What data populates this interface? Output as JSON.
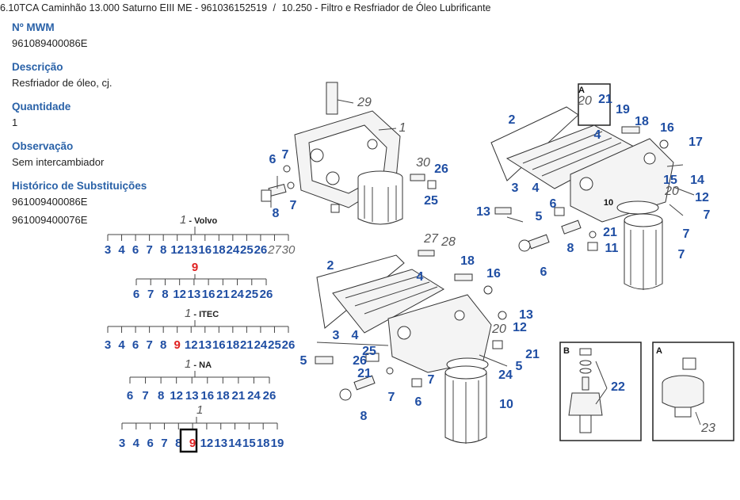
{
  "breadcrumb": {
    "product": "6.10TCA Caminhão 13.000 Saturno EIII ME - 961036152519",
    "separator": "/",
    "section": "10.250 - Filtro e Resfriador de Óleo Lubrificante"
  },
  "fields": [
    {
      "label": "Nº MWM",
      "value": "961089400086E"
    },
    {
      "label": "Descrição",
      "value": "Resfriador de óleo, cj."
    },
    {
      "label": "Quantidade",
      "value": "1"
    },
    {
      "label": "Observação",
      "value": "Sem intercambiador"
    }
  ],
  "history": {
    "label": "Histórico de Substituições",
    "items": [
      "961009400086E",
      "961009400076E"
    ]
  },
  "colors": {
    "label_blue": "#2a62a8",
    "callout_blue": "#1f4ea3",
    "highlight_red": "#e02020"
  },
  "trees": [
    {
      "root": "1",
      "name": "Volvo",
      "items": [
        "3",
        "4",
        "6",
        "7",
        "8",
        "12",
        "13",
        "16",
        "18",
        "24",
        "25",
        "26",
        "27",
        "30"
      ],
      "sub": {
        "root": "9",
        "items": [
          "6",
          "7",
          "8",
          "12",
          "13",
          "16",
          "21",
          "24",
          "25",
          "26"
        ]
      }
    },
    {
      "root": "1",
      "name": "ITEC",
      "items": [
        "3",
        "4",
        "6",
        "7",
        "8",
        "9",
        "12",
        "13",
        "16",
        "18",
        "21",
        "24",
        "25",
        "26"
      ]
    },
    {
      "root": "1",
      "name": "NA",
      "items": [
        "6",
        "7",
        "8",
        "12",
        "13",
        "16",
        "18",
        "21",
        "24",
        "26"
      ]
    },
    {
      "root": "1",
      "name": "",
      "items": [
        "3",
        "4",
        "6",
        "7",
        "8",
        "9",
        "12",
        "13",
        "14",
        "15",
        "18",
        "19"
      ],
      "selected": "9"
    }
  ],
  "callouts": {
    "top_left": [
      "29",
      "1",
      "6",
      "7",
      "30",
      "26",
      "8",
      "7",
      "25"
    ],
    "top_right": [
      "A",
      "20",
      "21",
      "19",
      "18",
      "16",
      "2",
      "4",
      "17",
      "15",
      "14",
      "3",
      "4",
      "20",
      "12",
      "13",
      "5",
      "6",
      "7",
      "21",
      "7",
      "11",
      "6",
      "8",
      "7",
      "10",
      "B"
    ],
    "bottom_mid": [
      "2",
      "27",
      "28",
      "18",
      "16",
      "4",
      "3",
      "4",
      "13",
      "20",
      "12",
      "21",
      "5",
      "5",
      "25",
      "26",
      "21",
      "24",
      "7",
      "6",
      "8",
      "7",
      "10"
    ],
    "inset_b": {
      "letter": "B",
      "part": "22"
    },
    "inset_a": {
      "letter": "A",
      "part": "23"
    }
  }
}
